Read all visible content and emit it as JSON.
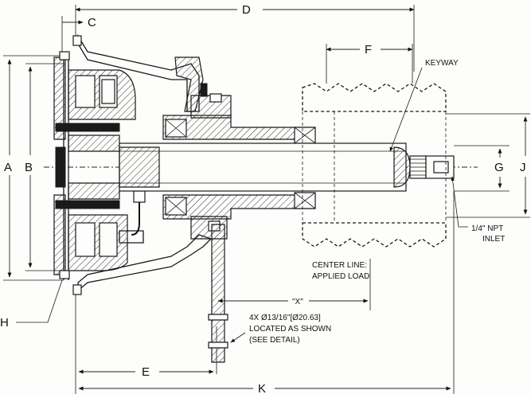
{
  "dimension_labels": {
    "a": "A",
    "b": "B",
    "c": "C",
    "d": "D",
    "e": "E",
    "f": "F",
    "g": "G",
    "h": "H",
    "j": "J",
    "k": "K"
  },
  "callouts": {
    "keyway": "KEYWAY",
    "npt_line1": "1/4\" NPT",
    "npt_line2": "INLET",
    "center_line1": "CENTER LINE:",
    "center_line2": "APPLIED LOAD",
    "x_mark": "\"X\"",
    "holes_line1": "4X Ø13/16\"[Ø20.63]",
    "holes_line2": "LOCATED AS SHOWN",
    "holes_line3": "(SEE DETAIL)"
  }
}
